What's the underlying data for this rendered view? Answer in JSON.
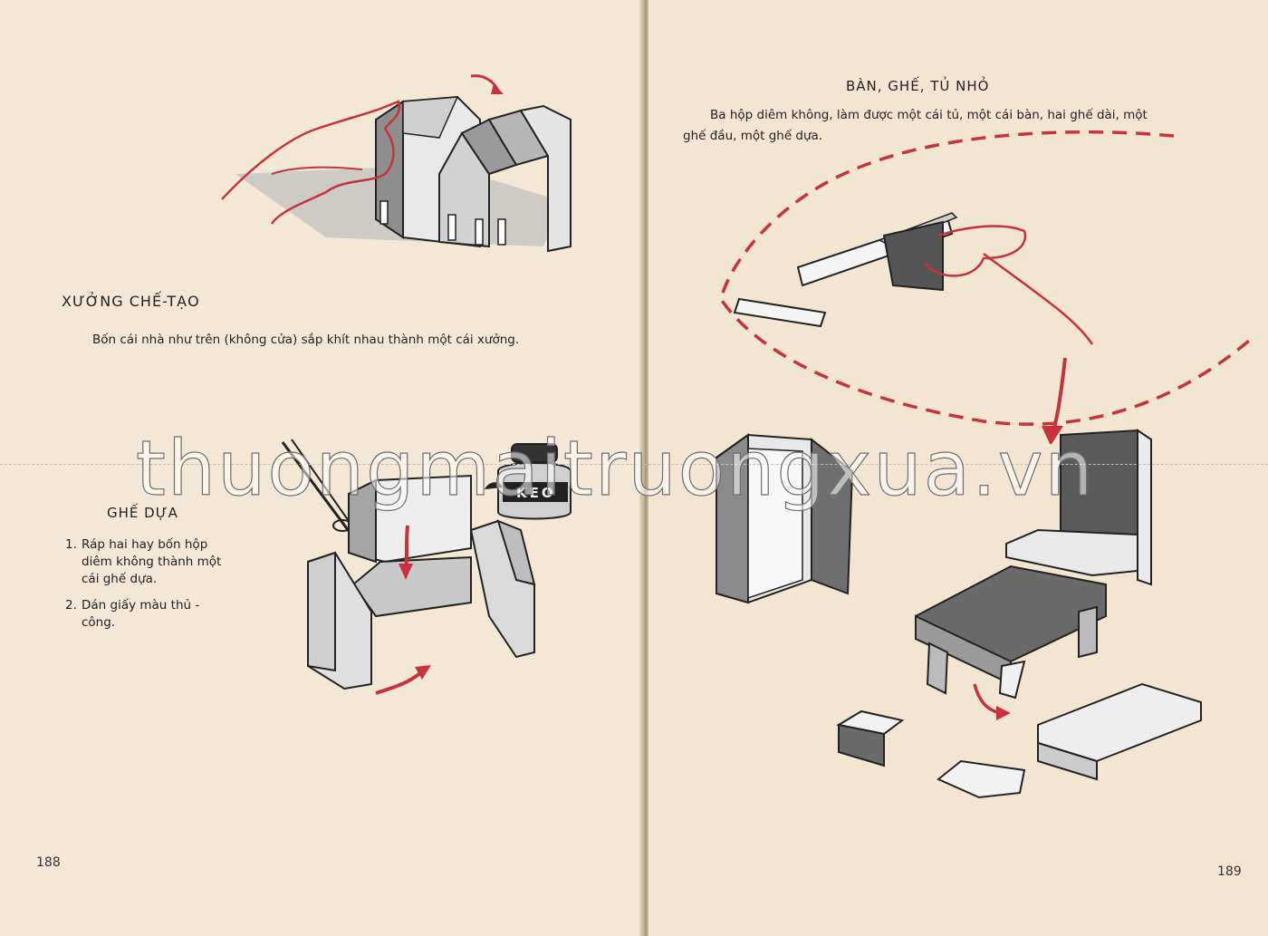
{
  "left_page": {
    "workshop": {
      "title": "XƯỞNG CHẾ-TẠO",
      "text": "Bốn cái nhà như trên (không cửa) sắp khít nhau thành một cái xưởng."
    },
    "armchair": {
      "title": "GHẾ DỰA",
      "steps": [
        {
          "num": "1.",
          "text": "Ráp hai hay bốn hộp diêm không thành một cái ghế dựa."
        },
        {
          "num": "2.",
          "text": "Dán giấy màu thủ - công."
        }
      ]
    },
    "glue_label": "KEO",
    "page_number": "188"
  },
  "right_page": {
    "furniture": {
      "title": "BÀN, GHẾ, TỦ NHỎ",
      "text": "Ba hộp diêm không, làm được một cái tủ, một cái bàn, hai ghế dài, một ghế đầu, một ghế dựa."
    },
    "page_number": "189"
  },
  "watermark": "thuongmaitruongxua.vn",
  "colors": {
    "paper": "#f2e6d3",
    "ink": "#222222",
    "accent_red": "#c8323c"
  }
}
